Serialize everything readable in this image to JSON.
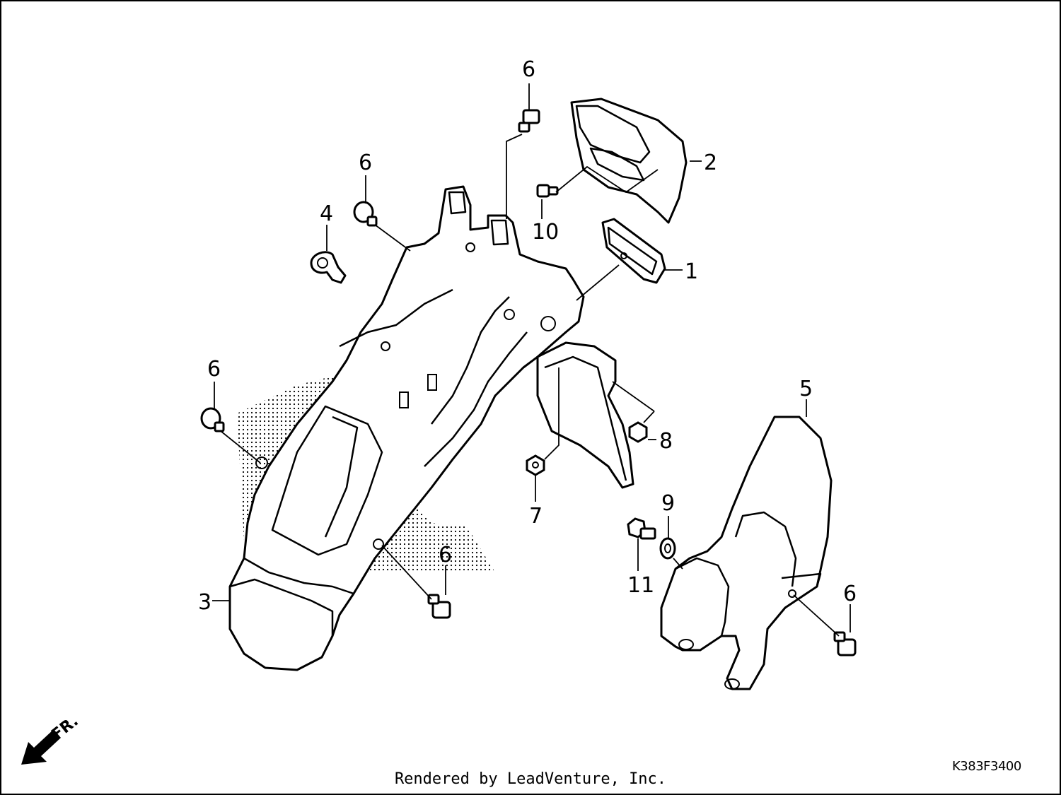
{
  "diagram": {
    "callouts": {
      "c1": "1",
      "c2": "2",
      "c3": "3",
      "c4": "4",
      "c5": "5",
      "c6a": "6",
      "c6b": "6",
      "c6c": "6",
      "c6d": "6",
      "c6e": "6",
      "c7": "7",
      "c8": "8",
      "c9": "9",
      "c10": "10",
      "c11": "11"
    },
    "direction_label": "FR.",
    "diagram_code": "K383F3400"
  },
  "footer": {
    "rendered_by": "Rendered by LeadVenture, Inc."
  }
}
